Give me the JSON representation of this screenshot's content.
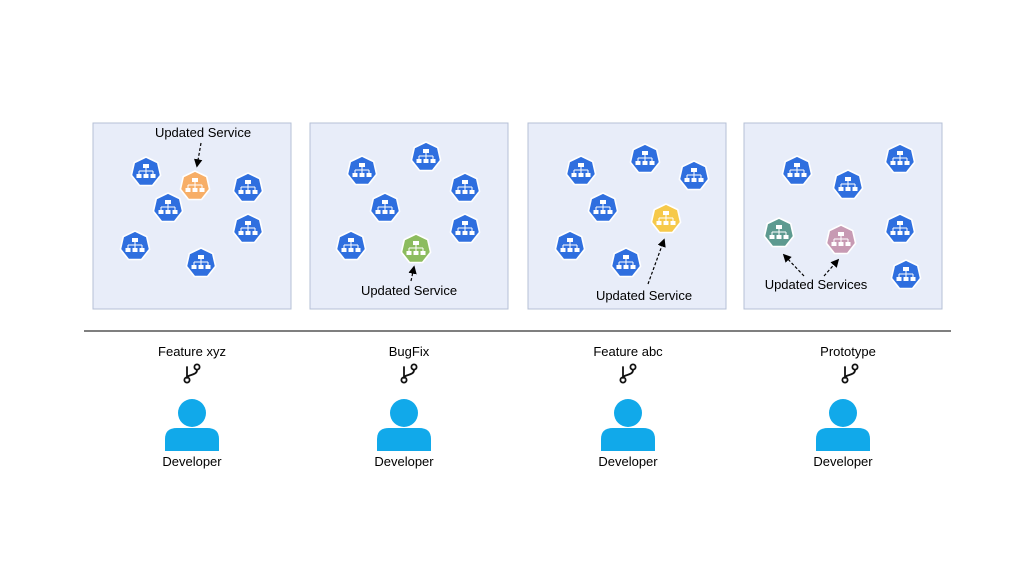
{
  "colors": {
    "panel_fill": "#e8edf9",
    "panel_stroke": "#b6c0d6",
    "service_default": "#2f6fdf",
    "person": "#11a9ea",
    "divider": "#333333"
  },
  "icons": {
    "service": "kubernetes-service-icon",
    "branch": "git-branch-icon",
    "person": "developer-person-icon"
  },
  "environments": [
    {
      "name": "feature-xyz",
      "branch_label": "Feature xyz",
      "developer_label": "Developer",
      "annotation": "Updated Service",
      "updated_colors": [
        "#f7ae67"
      ]
    },
    {
      "name": "bugfix",
      "branch_label": "BugFix",
      "developer_label": "Developer",
      "annotation": "Updated Service",
      "updated_colors": [
        "#8cbc5e"
      ]
    },
    {
      "name": "feature-abc",
      "branch_label": "Feature abc",
      "developer_label": "Developer",
      "annotation": "Updated Service",
      "updated_colors": [
        "#f6c94a"
      ]
    },
    {
      "name": "prototype",
      "branch_label": "Prototype",
      "developer_label": "Developer",
      "annotation": "Updated Services",
      "updated_colors": [
        "#5d9a90",
        "#c79ab3"
      ]
    }
  ]
}
